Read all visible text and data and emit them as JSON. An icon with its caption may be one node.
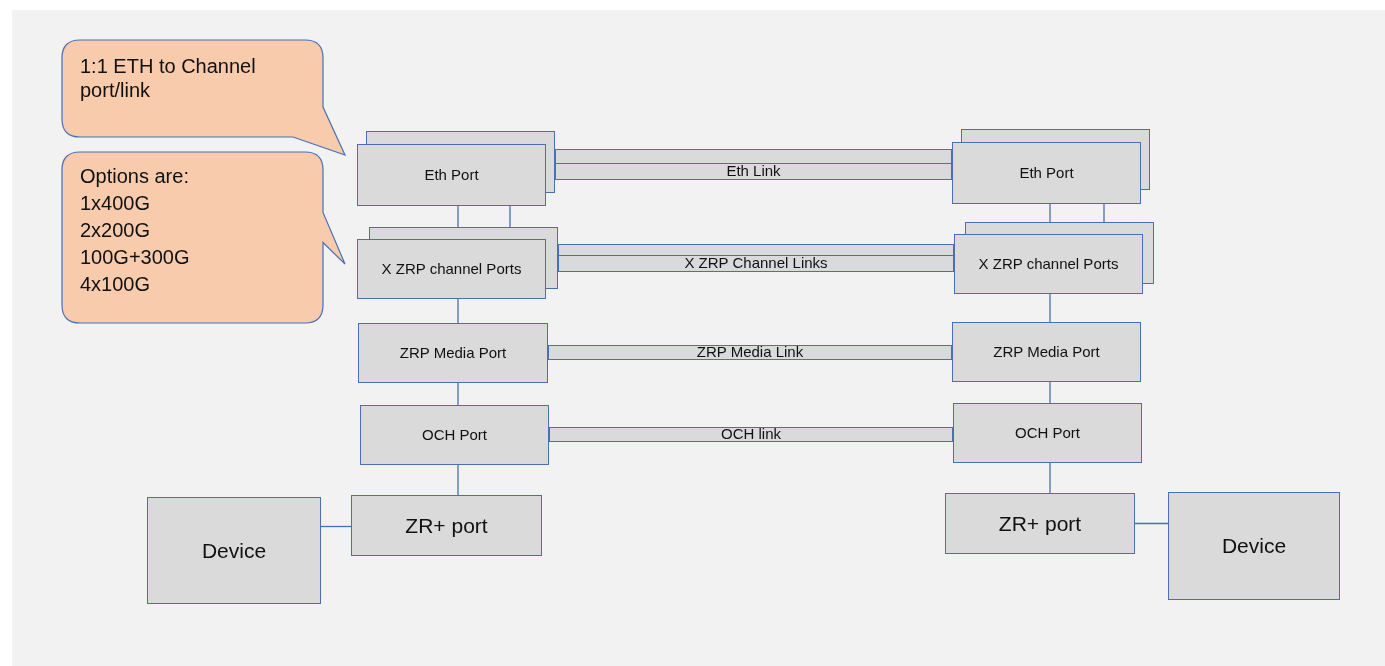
{
  "diagram": {
    "nodes": [
      {
        "text": [
          "1:1 ETH to Channel port/link"
        ]
      },
      {
        "text": [
          "Options are:",
          "1x400G",
          "2x200G",
          "100G+300G",
          "4x100G"
        ]
      },
      {
        "text": [
          "Eth Port"
        ]
      },
      {
        "text": [
          "Eth Link"
        ]
      },
      {
        "text": [
          "Eth Port"
        ]
      },
      {
        "text": [
          "X ZRP channel Ports"
        ]
      },
      {
        "text": [
          "X ZRP Channel Links"
        ]
      },
      {
        "text": [
          "X ZRP channel Ports"
        ]
      },
      {
        "text": [
          "ZRP Media Port"
        ]
      },
      {
        "text": [
          "ZRP Media Link"
        ]
      },
      {
        "text": [
          "ZRP Media Port"
        ]
      },
      {
        "text": [
          "OCH Port"
        ]
      },
      {
        "text": [
          "OCH link"
        ]
      },
      {
        "text": [
          "OCH Port"
        ]
      },
      {
        "text": [
          "Device"
        ]
      },
      {
        "text": [
          "ZR+ port"
        ]
      },
      {
        "text": [
          "ZR+ port"
        ]
      },
      {
        "text": [
          "Device"
        ]
      }
    ],
    "edges": [
      {
        "from": 2,
        "to": 5,
        "arrow": "none"
      },
      {
        "from": 2,
        "to": 5,
        "arrow": "none"
      },
      {
        "from": 4,
        "to": 7,
        "arrow": "none"
      },
      {
        "from": 4,
        "to": 7,
        "arrow": "none"
      },
      {
        "from": 5,
        "to": 8,
        "arrow": "none"
      },
      {
        "from": 7,
        "to": 10,
        "arrow": "none"
      },
      {
        "from": 8,
        "to": 11,
        "arrow": "none"
      },
      {
        "from": 10,
        "to": 13,
        "arrow": "none"
      },
      {
        "from": 11,
        "to": 15,
        "arrow": "none"
      },
      {
        "from": 13,
        "to": 16,
        "arrow": "none"
      },
      {
        "from": 14,
        "to": 15,
        "arrow": "none"
      },
      {
        "from": 16,
        "to": 17,
        "arrow": "none"
      }
    ]
  }
}
